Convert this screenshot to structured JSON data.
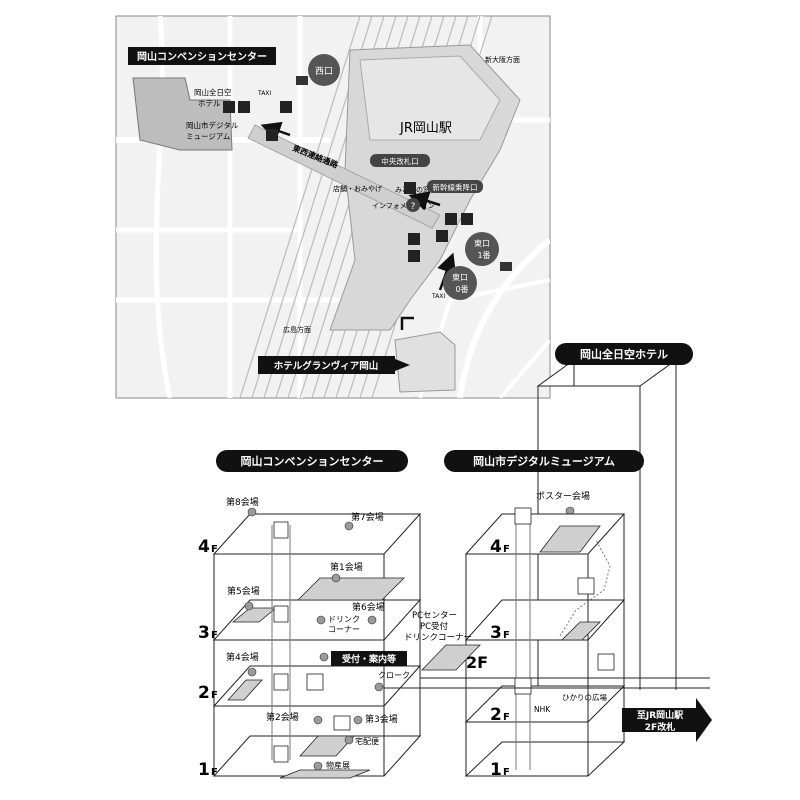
{
  "map": {
    "station": "JR岡山駅",
    "exits": {
      "west": "西口",
      "east1_line1": "東口",
      "east1_line2": "1番",
      "east0_line1": "東口",
      "east0_line2": "0番"
    },
    "gates": {
      "central": "中央改札口",
      "shinkansen": "新幹線乗降口"
    },
    "labels": {
      "midori": "みどりの窓口",
      "shops": "店舗・おみやげ",
      "info": "インフォメーション",
      "corridor": "東西連絡通路",
      "to_shinosaka": "新大阪方面",
      "to_hiroshima": "広島方面",
      "taxi": "TAXI"
    },
    "buildings": {
      "convention": "岡山コンベンションセンター",
      "ana_line1": "岡山全日空",
      "ana_line2": "ホテル",
      "museum_line1": "岡山市デジタル",
      "museum_line2": "ミュージアム",
      "granvia": "ホテルグランヴィア岡山"
    }
  },
  "floor_guide": {
    "convention_title": "岡山コンベンションセンター",
    "museum_title": "岡山市デジタルミュージアム",
    "ana_title": "岡山全日空ホテル",
    "convention_floors": [
      "4",
      "3",
      "2",
      "1"
    ],
    "museum_floors": [
      "4",
      "3",
      "2",
      "1"
    ],
    "floor_suffix": "F",
    "rooms": {
      "r8": "第8会場",
      "r7": "第7会場",
      "r1": "第1会場",
      "r5": "第5会場",
      "r6": "第6会場",
      "drink_line1": "ドリンク",
      "drink_line2": "コーナー",
      "r4": "第4会場",
      "reception": "受付・案内等",
      "cloak": "クローク",
      "r2": "第2会場",
      "r3": "第3会場",
      "delivery": "宅配便",
      "products": "物産展"
    },
    "museum": {
      "poster": "ポスター会場",
      "pc_line1": "PCセンター",
      "pc_line2": "PC受付",
      "pc_line3": "ドリンクコーナー",
      "twoF": "2F",
      "hikari": "ひかりの広場",
      "nhk": "NHK"
    },
    "to_station_line1": "至JR岡山駅",
    "to_station_line2": "2F改札"
  }
}
